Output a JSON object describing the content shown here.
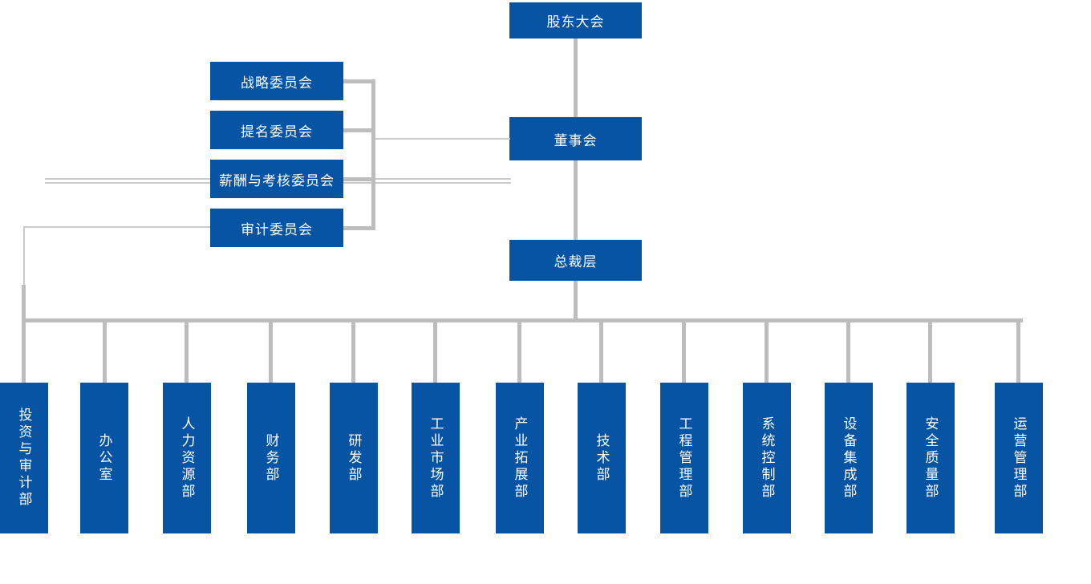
{
  "org": {
    "shareholders": {
      "label": "股东大会"
    },
    "board": {
      "label": "董事会"
    },
    "president": {
      "label": "总裁层"
    },
    "committees": [
      {
        "label": "战略委员会"
      },
      {
        "label": "提名委员会"
      },
      {
        "label": "薪酬与考核委员会"
      },
      {
        "label": "审计委员会"
      }
    ],
    "departments": [
      {
        "label": "投资与审计部"
      },
      {
        "label": "办公室"
      },
      {
        "label": "人力资源部"
      },
      {
        "label": "财务部"
      },
      {
        "label": "研发部"
      },
      {
        "label": "工业市场部"
      },
      {
        "label": "产业拓展部"
      },
      {
        "label": "技术部"
      },
      {
        "label": "工程管理部"
      },
      {
        "label": "系统控制部"
      },
      {
        "label": "设备集成部"
      },
      {
        "label": "安全质量部"
      },
      {
        "label": "运营管理部"
      }
    ],
    "colors": {
      "box_blue": "#0753A4",
      "line_thick": "#BDBDBD",
      "line_thin": "#CBCBCB"
    }
  }
}
